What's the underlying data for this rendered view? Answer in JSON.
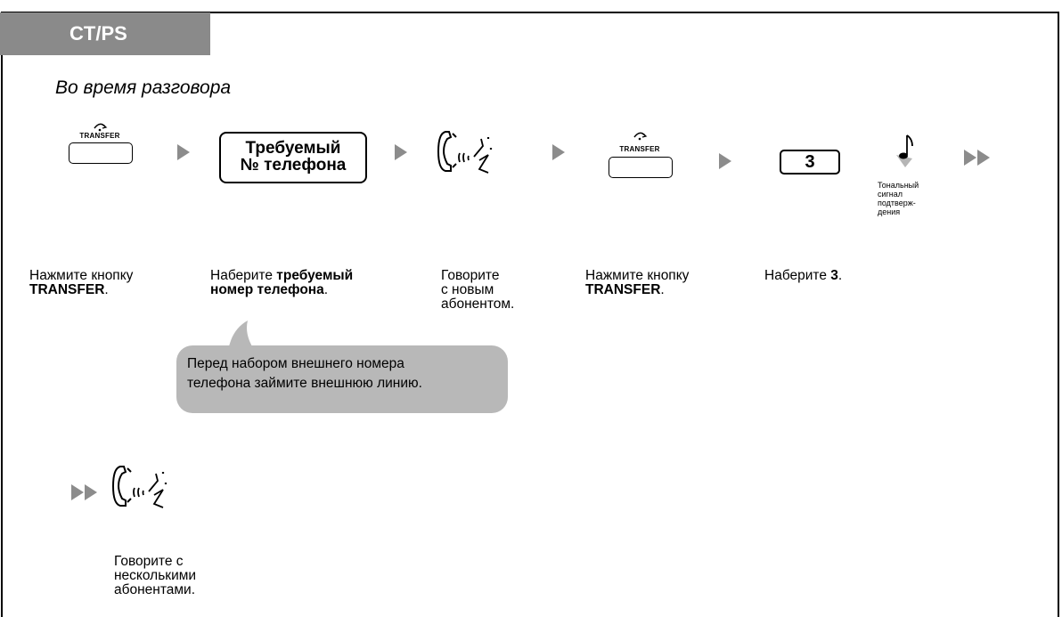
{
  "header": {
    "tab_label": "CT/PS"
  },
  "subtitle": "Во время разговора",
  "steps": {
    "transfer_key_label": "TRANSFER",
    "phone_number_box": {
      "line1": "Требуемый",
      "line2": "№ телефона"
    },
    "digit_key": "3",
    "tone_label": {
      "l1": "Тональный",
      "l2": "сигнал",
      "l3": "подтверж-",
      "l4": "дения"
    }
  },
  "descriptions": {
    "d1": {
      "l1": "Нажмите кнопку",
      "l2": "TRANSFER",
      "l2_end": "."
    },
    "d2": {
      "l1_start": "Наберите ",
      "l1_bold": "требуемый",
      "l2_bold": "номер телефона",
      "l2_end": "."
    },
    "d3": {
      "l1": "Говорите",
      "l2": "с новым",
      "l3": "абонентом."
    },
    "d4": {
      "l1": "Нажмите кнопку",
      "l2": "TRANSFER",
      "l2_end": "."
    },
    "d5": {
      "l1_start": "Наберите ",
      "l1_bold": "3",
      "l1_end": "."
    }
  },
  "note": {
    "l1": "Перед набором внешнего номера",
    "l2": "телефона займите внешнюю линию."
  },
  "final": {
    "l1": "Говорите с",
    "l2": "несколькими",
    "l3": "абонентами."
  }
}
